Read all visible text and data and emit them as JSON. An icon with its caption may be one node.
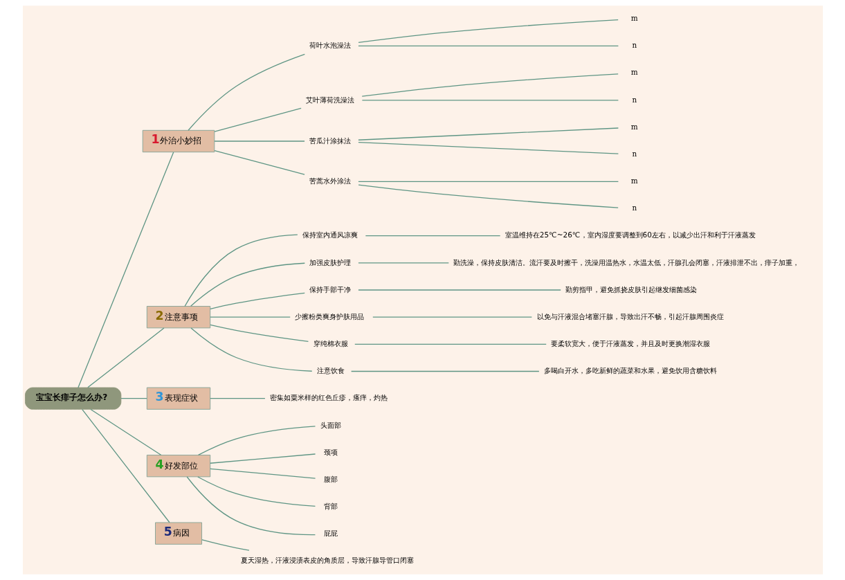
{
  "diagram": {
    "nodes": [
      {
        "text": [
          "宝宝长痱子怎么办?"
        ]
      },
      {
        "text": [
          "1",
          "外治小妙招"
        ]
      },
      {
        "text": [
          "荷叶水泡澡法"
        ]
      },
      {
        "text": [
          "m"
        ]
      },
      {
        "text": [
          "n"
        ]
      },
      {
        "text": [
          "艾叶薄荷洗澡法"
        ]
      },
      {
        "text": [
          "m"
        ]
      },
      {
        "text": [
          "n"
        ]
      },
      {
        "text": [
          "苦瓜汁涂抹法"
        ]
      },
      {
        "text": [
          "m"
        ]
      },
      {
        "text": [
          "n"
        ]
      },
      {
        "text": [
          "苦蒿水外涂法"
        ]
      },
      {
        "text": [
          "m"
        ]
      },
      {
        "text": [
          "n"
        ]
      },
      {
        "text": [
          "2",
          "注意事项"
        ]
      },
      {
        "text": [
          "保持室内通风凉爽"
        ]
      },
      {
        "text": [
          "室温维持在25℃~26℃，室内湿度要调整到60左右，以减少出汗和利于汗液蒸发"
        ]
      },
      {
        "text": [
          "加强皮肤护理"
        ]
      },
      {
        "text": [
          "勤洗澡，保持皮肤清洁。流汗要及时擦干，洗澡用温热水，水温太低，汗腺孔会闭塞，汗液排泄不出，痱子加重，"
        ]
      },
      {
        "text": [
          "保持手部干净"
        ]
      },
      {
        "text": [
          "勤剪指甲，避免抓挠皮肤引起继发细菌感染"
        ]
      },
      {
        "text": [
          "少擦粉类爽身护肤用品"
        ]
      },
      {
        "text": [
          "以免与汗液混合堵塞汗腺，导致出汗不畅，引起汗腺周围炎症"
        ]
      },
      {
        "text": [
          "穿纯棉衣服"
        ]
      },
      {
        "text": [
          "要柔软宽大，便于汗液蒸发，并且及时更换潮湿衣服"
        ]
      },
      {
        "text": [
          "注意饮食"
        ]
      },
      {
        "text": [
          "多喝白开水，多吃新鲜的蔬菜和水果，避免饮用含糖饮料"
        ]
      },
      {
        "text": [
          "3",
          "表现症状"
        ]
      },
      {
        "text": [
          "密集如粟米样的红色丘疹，瘙痒，灼热"
        ]
      },
      {
        "text": [
          "4",
          "好发部位"
        ]
      },
      {
        "text": [
          "头面部"
        ]
      },
      {
        "text": [
          "颈项"
        ]
      },
      {
        "text": [
          "腹部"
        ]
      },
      {
        "text": [
          "背部"
        ]
      },
      {
        "text": [
          "屁屁"
        ]
      },
      {
        "text": [
          "5",
          "病因"
        ]
      },
      {
        "text": [
          "夏天湿热，汗液浸渍表皮的角质层，导致汗腺导管口闭塞"
        ]
      }
    ],
    "edges": [
      {
        "from": 0,
        "to": 1,
        "arrow": "none"
      },
      {
        "from": 1,
        "to": 2,
        "arrow": "none"
      },
      {
        "from": 2,
        "to": 3,
        "arrow": "none"
      },
      {
        "from": 2,
        "to": 4,
        "arrow": "none"
      },
      {
        "from": 1,
        "to": 5,
        "arrow": "none"
      },
      {
        "from": 5,
        "to": 6,
        "arrow": "none"
      },
      {
        "from": 5,
        "to": 7,
        "arrow": "none"
      },
      {
        "from": 1,
        "to": 8,
        "arrow": "none"
      },
      {
        "from": 8,
        "to": 9,
        "arrow": "none"
      },
      {
        "from": 8,
        "to": 10,
        "arrow": "none"
      },
      {
        "from": 1,
        "to": 11,
        "arrow": "none"
      },
      {
        "from": 11,
        "to": 12,
        "arrow": "none"
      },
      {
        "from": 11,
        "to": 13,
        "arrow": "none"
      },
      {
        "from": 0,
        "to": 14,
        "arrow": "none"
      },
      {
        "from": 14,
        "to": 15,
        "arrow": "none"
      },
      {
        "from": 15,
        "to": 16,
        "arrow": "none"
      },
      {
        "from": 14,
        "to": 17,
        "arrow": "none"
      },
      {
        "from": 17,
        "to": 18,
        "arrow": "none"
      },
      {
        "from": 14,
        "to": 19,
        "arrow": "none"
      },
      {
        "from": 19,
        "to": 20,
        "arrow": "none"
      },
      {
        "from": 14,
        "to": 21,
        "arrow": "none"
      },
      {
        "from": 21,
        "to": 22,
        "arrow": "none"
      },
      {
        "from": 14,
        "to": 23,
        "arrow": "none"
      },
      {
        "from": 23,
        "to": 24,
        "arrow": "none"
      },
      {
        "from": 14,
        "to": 25,
        "arrow": "none"
      },
      {
        "from": 25,
        "to": 26,
        "arrow": "none"
      },
      {
        "from": 0,
        "to": 27,
        "arrow": "none"
      },
      {
        "from": 27,
        "to": 28,
        "arrow": "none"
      },
      {
        "from": 0,
        "to": 29,
        "arrow": "none"
      },
      {
        "from": 29,
        "to": 30,
        "arrow": "none"
      },
      {
        "from": 29,
        "to": 31,
        "arrow": "none"
      },
      {
        "from": 29,
        "to": 32,
        "arrow": "none"
      },
      {
        "from": 29,
        "to": 33,
        "arrow": "none"
      },
      {
        "from": 29,
        "to": 34,
        "arrow": "none"
      },
      {
        "from": 0,
        "to": 35,
        "arrow": "none"
      },
      {
        "from": 35,
        "to": 36,
        "arrow": "none"
      }
    ]
  }
}
